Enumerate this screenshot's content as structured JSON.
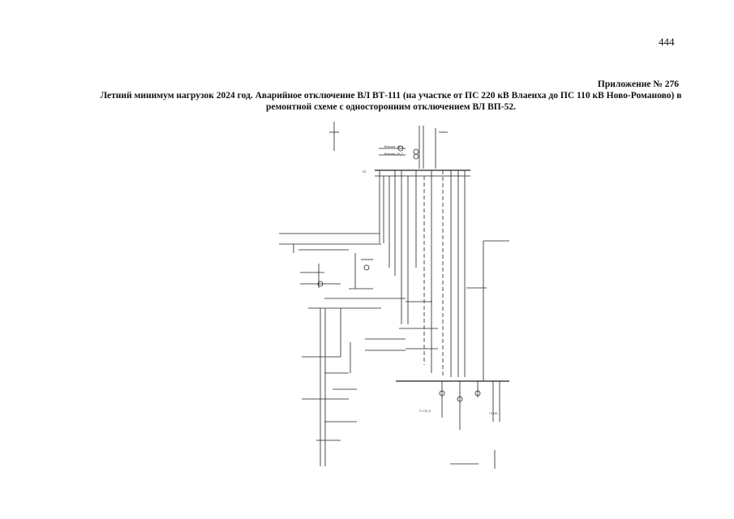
{
  "page": {
    "number": "444",
    "appendix": "Приложение № 276",
    "caption": "Летний минимум нагрузок 2024 год. Аварийное отключение ВЛ ВТ-111 (на участке от ПС 220 кВ Влаеиха до ПС 110 кВ Ново-Романово) в ремонтной схеме с односторонним отключением ВЛ ВП-52."
  },
  "diagram": {
    "labels": {
      "vlasikha_1": "Власиха_10_1",
      "vlasikha_2": "Власиха_10_2",
      "pr_a": "ПС",
      "gen_left": "Г1 120_5",
      "gen_right": "Г3 100"
    }
  }
}
